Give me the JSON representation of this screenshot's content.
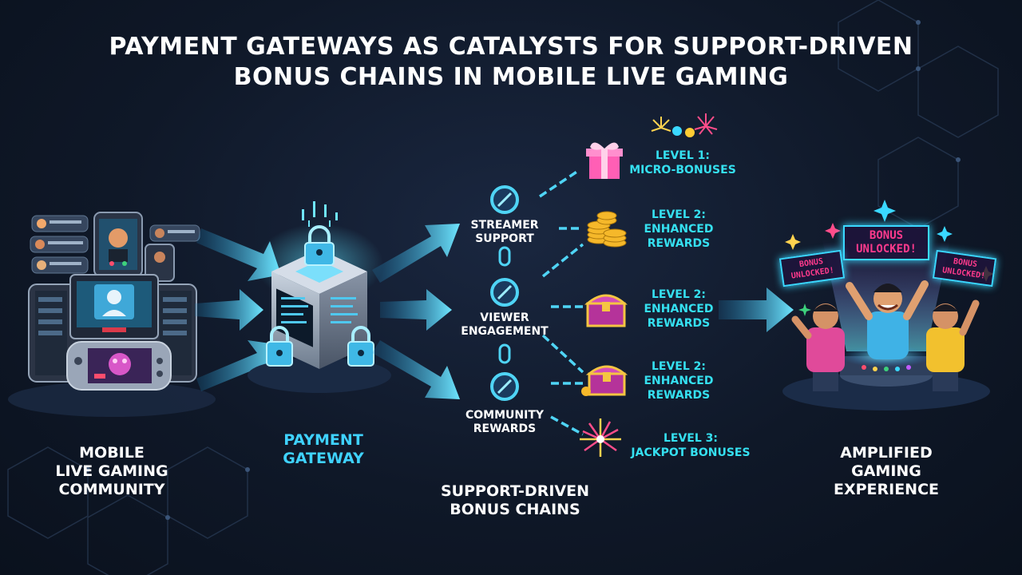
{
  "title": {
    "line1": "PAYMENT GATEWAYS AS CATALYSTS FOR SUPPORT-DRIVEN",
    "line2": "BONUS CHAINS IN MOBILE LIVE GAMING"
  },
  "community": {
    "line1": "MOBILE",
    "line2": "LIVE GAMING",
    "line3": "COMMUNITY"
  },
  "gateway": {
    "line1": "PAYMENT",
    "line2": "GATEWAY"
  },
  "chain_nodes": [
    {
      "line1": "STREAMER",
      "line2": "SUPPORT"
    },
    {
      "line1": "VIEWER",
      "line2": "ENGAGEMENT"
    },
    {
      "line1": "COMMUNITY",
      "line2": "REWARDS"
    }
  ],
  "chains_label": {
    "line1": "SUPPORT-DRIVEN",
    "line2": "BONUS CHAINS"
  },
  "levels": [
    {
      "line1": "LEVEL 1:",
      "line2": "MICRO-BONUSES"
    },
    {
      "line1": "LEVEL 2:",
      "line2": "ENHANCED",
      "line3": "REWARDS"
    },
    {
      "line1": "LEVEL 2:",
      "line2": "ENHANCED",
      "line3": "REWARDS"
    },
    {
      "line1": "LEVEL 2:",
      "line2": "ENHANCED",
      "line3": "REWARDS"
    },
    {
      "line1": "LEVEL 3:",
      "line2": "JACKPOT BONUSES"
    }
  ],
  "signs": {
    "center_line1": "BONUS",
    "center_line2": "UNLOCKED!",
    "left_line1": "BONUS",
    "left_line2": "UNLOCKED!",
    "right_line1": "BONUS",
    "right_line2": "UNLOCKED!"
  },
  "experience": {
    "line1": "AMPLIFIED",
    "line2": "GAMING",
    "line3": "EXPERIENCE"
  },
  "colors": {
    "accent_cyan": "#35e0f0",
    "gateway_label": "#3fd2ff",
    "sign_text": "#ff3a8c",
    "background": "#0f1828"
  },
  "icons": [
    "chat-bubble-icon",
    "smartphone-icon",
    "tablet-icon",
    "game-console-icon",
    "padlock-icon",
    "server-icon",
    "chain-link-icon",
    "gift-box-icon",
    "coin-stack-icon",
    "treasure-chest-icon",
    "firework-icon",
    "gamer-figure-icon"
  ]
}
